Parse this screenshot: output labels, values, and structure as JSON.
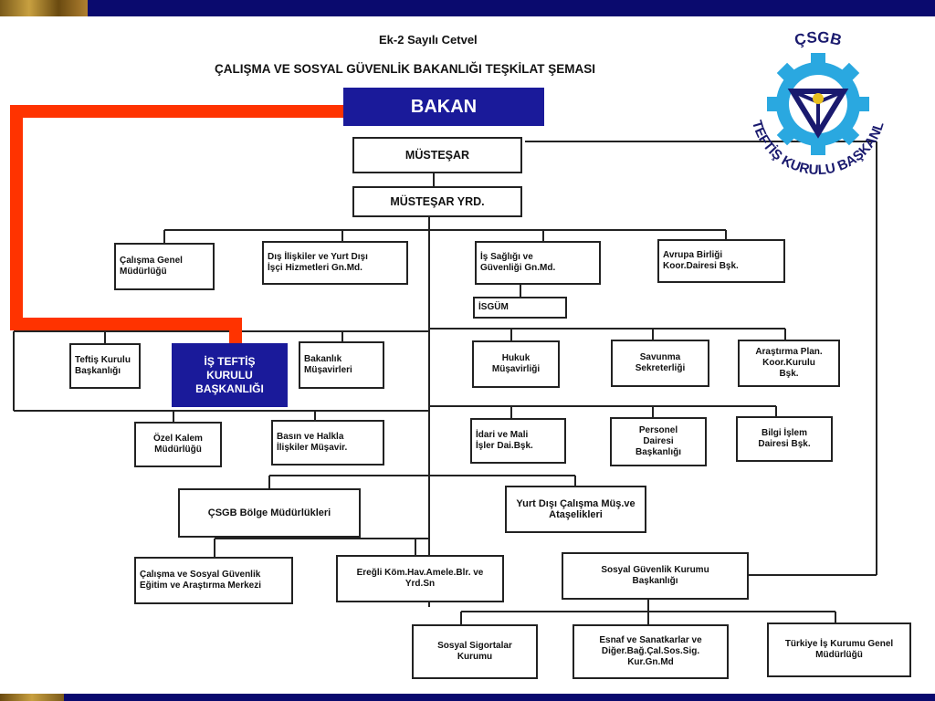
{
  "document": {
    "subtitle": "Ek-2 Sayılı Cetvel",
    "title": "ÇALIŞMA VE SOSYAL GÜVENLİK BAKANLIĞI TEŞKİLAT ŞEMASI"
  },
  "highlights": {
    "bakan": "BAKAN",
    "is_teftis": "İŞ TEFTİŞ\nKURULU\nBAŞKANLIĞI"
  },
  "logo": {
    "top_text": "ÇSGB",
    "ring_text": "İŞ TEFTİŞ KURULU BAŞKANLIĞI",
    "icon": "gear-emblem-icon",
    "colors": {
      "gear": "#2aa8e0",
      "emblem": "#1a1a6e",
      "accent": "#e8c020"
    }
  },
  "boxes": {
    "mustesar": "MÜSTEŞAR",
    "mustesar_yrd": "MÜSTEŞAR YRD.",
    "calisma_genel": "Çalışma Genel\nMüdürlüğü",
    "dis_iliskiler": "Dış İlişkiler ve Yurt Dışı\nİşçi Hizmetleri Gn.Md.",
    "is_sagligi": "İş Sağlığı ve\nGüvenliği Gn.Md.",
    "avrupa_birligi": "Avrupa Birliği\nKoor.Dairesi Bşk.",
    "isgum": "İSGÜM",
    "teftis_kurulu": "Teftiş Kurulu\nBaşkanlığı",
    "bakanlik_musavirleri": "Bakanlık\nMüşavirleri",
    "hukuk": "Hukuk\nMüşavirliği",
    "savunma": "Savunma\nSekreterliği",
    "arastirma_plan": "Araştırma Plan.\nKoor.Kurulu\nBşk.",
    "ozel_kalem": "Özel Kalem\nMüdürlüğü",
    "basin_halkla": "Basın ve Halkla\nİlişkiler Müşavir.",
    "idari_mali": "İdari ve Mali\nİşler Dai.Bşk.",
    "personel": "Personel\nDairesi\nBaşkanlığı",
    "bilgi_islem": "Bilgi İşlem\nDairesi Bşk.",
    "bolge_mudurlukleri": "ÇSGB Bölge Müdürlükleri",
    "yurt_disi_calisma": "Yurt Dışı Çalışma Müş.ve\nAtaşelikleri",
    "egitim_merkezi": "Çalışma ve Sosyal Güvenlik\nEğitim ve Araştırma Merkezi",
    "eregli": "Ereğli Köm.Hav.Amele.Blr. ve\nYrd.Sn",
    "sgk": "Sosyal Güvenlik Kurumu\nBaşkanlığı",
    "ssk": "Sosyal Sigortalar\nKurumu",
    "bagkur": "Esnaf ve Sanatkarlar ve\nDiğer.Bağ.Çal.Sos.Sig.\nKur.Gn.Md",
    "iskur": "Türkiye İş Kurumu Genel\nMüdürlüğü"
  },
  "colors": {
    "header_bar": "#0a0a6e",
    "highlight_blue": "#1a1a9a",
    "red_connector": "#ff3300"
  }
}
